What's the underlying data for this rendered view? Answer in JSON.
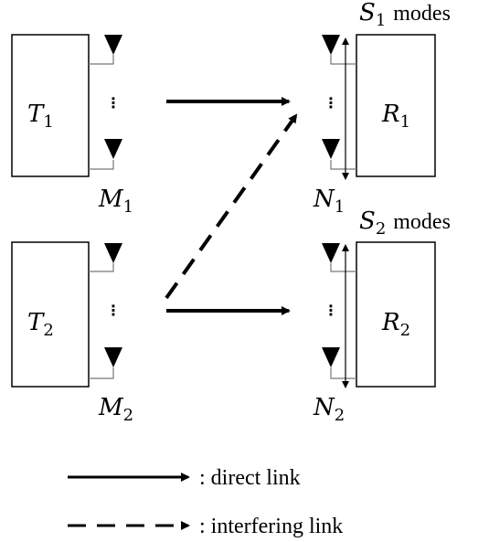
{
  "nodes": {
    "t1": {
      "symbol": "T",
      "sub": "1"
    },
    "t2": {
      "symbol": "T",
      "sub": "2"
    },
    "r1": {
      "symbol": "R",
      "sub": "1"
    },
    "r2": {
      "symbol": "R",
      "sub": "2"
    }
  },
  "antenna_labels": {
    "m1": {
      "symbol": "M",
      "sub": "1"
    },
    "m2": {
      "symbol": "M",
      "sub": "2"
    },
    "n1": {
      "symbol": "N",
      "sub": "1"
    },
    "n2": {
      "symbol": "N",
      "sub": "2"
    }
  },
  "mode_labels": {
    "s1": {
      "symbol": "S",
      "sub": "1",
      "text": "modes"
    },
    "s2": {
      "symbol": "S",
      "sub": "2",
      "text": "modes"
    }
  },
  "ellipsis": "⋮",
  "legend": {
    "direct": ": direct link",
    "interfering": ": interfering link"
  },
  "links": [
    {
      "from": "T1",
      "to": "R1",
      "type": "direct"
    },
    {
      "from": "T2",
      "to": "R2",
      "type": "direct"
    },
    {
      "from": "T2",
      "to": "R1",
      "type": "interfering"
    }
  ],
  "colors": {
    "stroke": "#000000",
    "wire": "#777777"
  }
}
